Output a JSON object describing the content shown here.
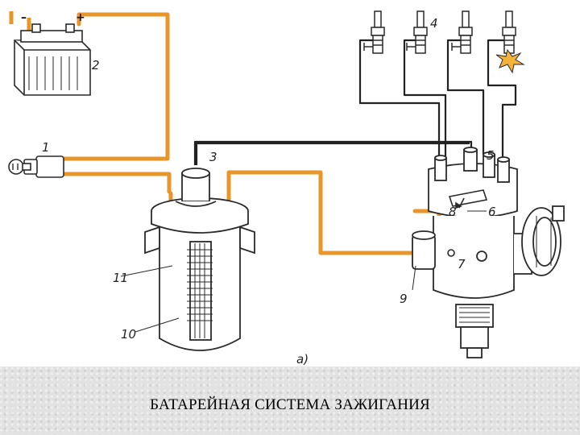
{
  "caption": "БАТАРЕЙНАЯ СИСТЕМА ЗАЖИГАНИЯ",
  "figure_label": "а)",
  "battery_terminals": {
    "negative": "–",
    "positive": "+"
  },
  "labels": {
    "ignition_switch": "1",
    "battery": "2",
    "ignition_coil": "3",
    "spark_plug": "4",
    "distributor_cap": "5",
    "rotor": "6",
    "breaker_contacts": "7",
    "cam": "8",
    "capacitor": "9",
    "primary_winding": "10",
    "secondary_winding": "11"
  },
  "colors": {
    "wire": "#e8962a",
    "outline": "#2a2a2a",
    "band": "#e2e2e2"
  }
}
